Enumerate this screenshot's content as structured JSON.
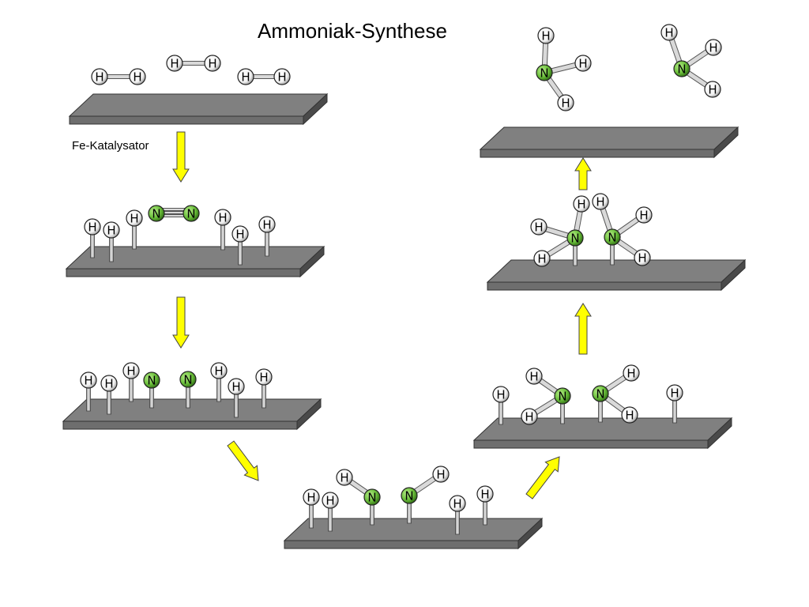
{
  "title": "Ammoniak-Synthese",
  "catalyst_label": "Fe-Katalysator",
  "atoms": {
    "hydrogen": "H",
    "nitrogen": "N"
  },
  "colors": {
    "plate_top": "#808080",
    "plate_front": "#6e6e6e",
    "plate_side": "#4a4a4a",
    "arrow_fill": "#ffff00",
    "nitrogen": "#6abf3a",
    "hydrogen": "#ffffff",
    "stem": "#bfbfbf"
  },
  "steps": [
    "H2 molecules above catalyst surface",
    "Dissociated H atoms and N2 adsorbed",
    "Dissociated N and H atoms on surface",
    "NH intermediates on surface",
    "NH2 intermediates on surface",
    "NH3 molecules on surface",
    "NH3 desorbed from surface"
  ]
}
